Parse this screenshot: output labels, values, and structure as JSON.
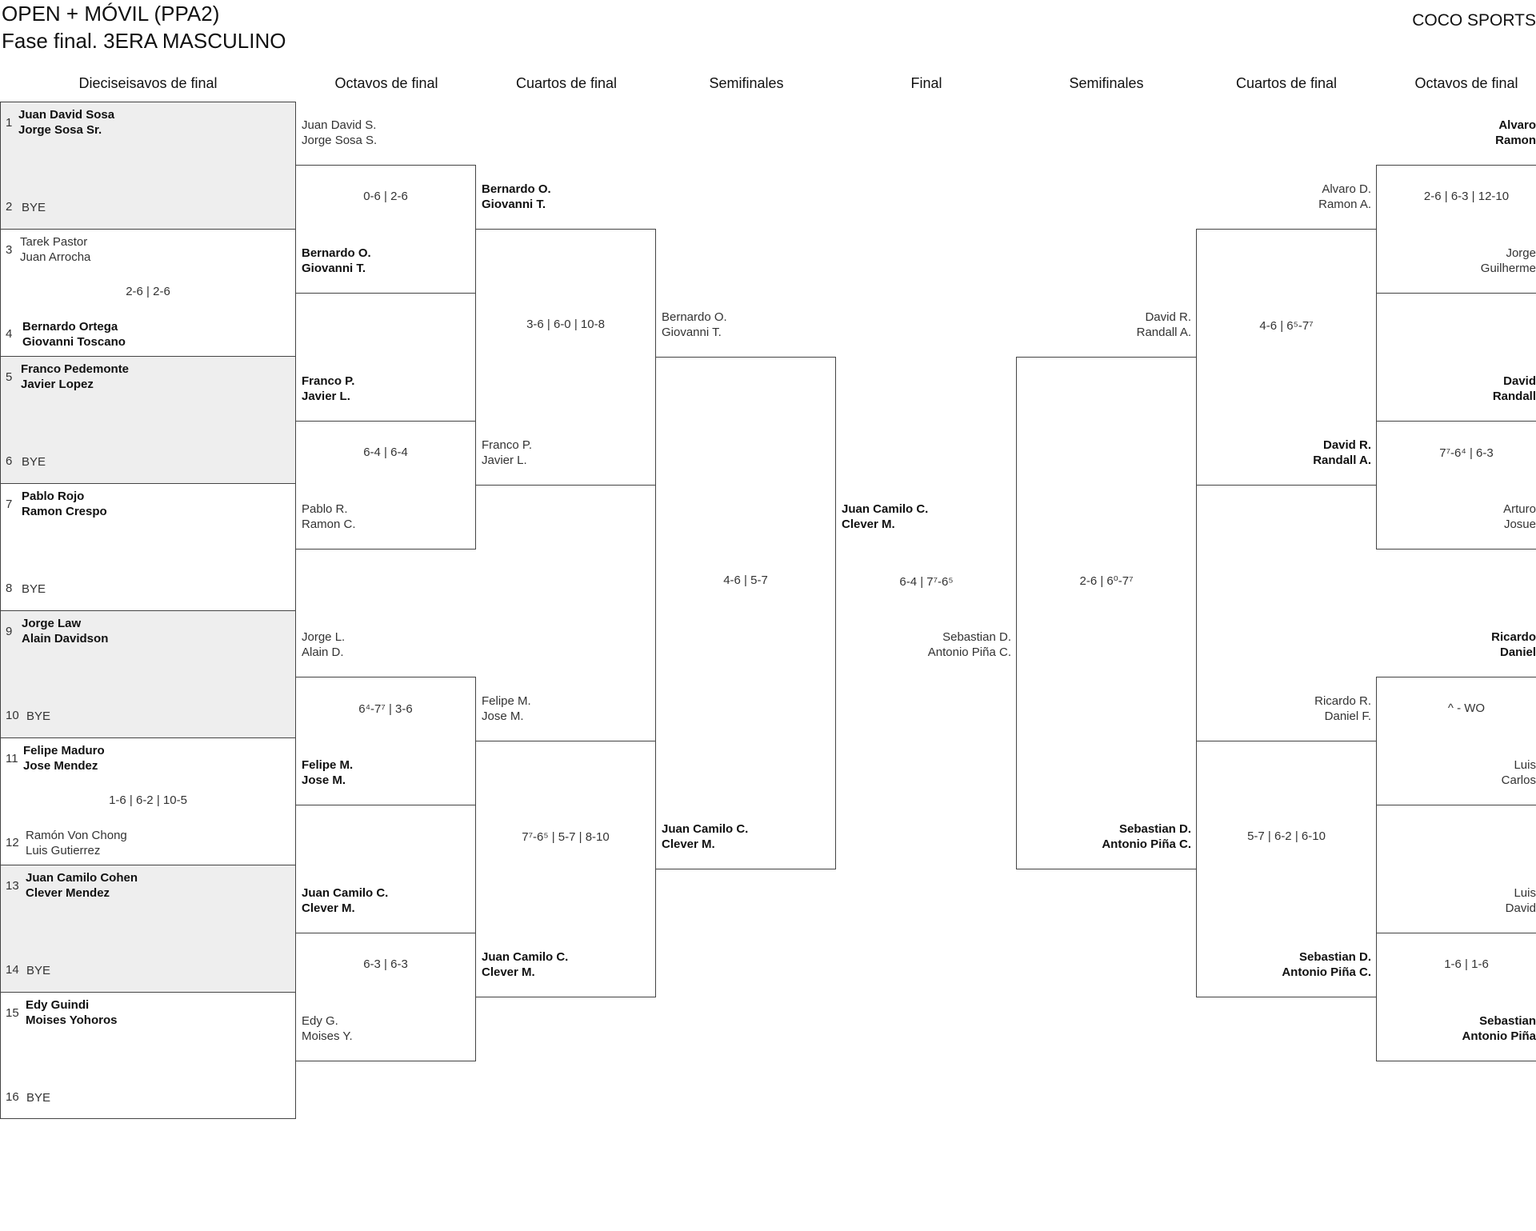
{
  "header": {
    "title_line1": "OPEN + MÓVIL (PPA2)",
    "title_line2": "Fase final. 3ERA MASCULINO",
    "brand": "COCO SPORTS"
  },
  "columns": [
    "Dieciseisavos de final",
    "Octavos de final",
    "Cuartos de final",
    "Semifinales",
    "Final",
    "Semifinales",
    "Cuartos de final",
    "Octavos de final"
  ],
  "r32": [
    {
      "seed": "1",
      "p1": "Juan David Sosa",
      "p2": "Jorge Sosa Sr.",
      "winner": true
    },
    {
      "seed": "2",
      "p1": "BYE",
      "p2": ""
    },
    {
      "seed": "3",
      "p1": "Tarek Pastor",
      "p2": "Juan Arrocha"
    },
    {
      "seed": "4",
      "p1": "Bernardo Ortega",
      "p2": "Giovanni Toscano",
      "winner": true
    },
    {
      "seed": "5",
      "p1": "Franco Pedemonte",
      "p2": "Javier Lopez",
      "winner": true
    },
    {
      "seed": "6",
      "p1": "BYE",
      "p2": ""
    },
    {
      "seed": "7",
      "p1": "Pablo Rojo",
      "p2": "Ramon Crespo",
      "winner": true
    },
    {
      "seed": "8",
      "p1": "BYE",
      "p2": ""
    },
    {
      "seed": "9",
      "p1": "Jorge Law",
      "p2": "Alain Davidson",
      "winner": true
    },
    {
      "seed": "10",
      "p1": "BYE",
      "p2": ""
    },
    {
      "seed": "11",
      "p1": "Felipe Maduro",
      "p2": "Jose Mendez",
      "winner": true
    },
    {
      "seed": "12",
      "p1": "Ramón Von Chong",
      "p2": "Luis Gutierrez"
    },
    {
      "seed": "13",
      "p1": "Juan Camilo Cohen",
      "p2": "Clever Mendez",
      "winner": true
    },
    {
      "seed": "14",
      "p1": "BYE",
      "p2": ""
    },
    {
      "seed": "15",
      "p1": "Edy Guindi",
      "p2": "Moises Yohoros",
      "winner": true
    },
    {
      "seed": "16",
      "p1": "BYE",
      "p2": ""
    }
  ],
  "r32_scores": [
    "",
    "2-6 | 2-6",
    "",
    "",
    "",
    "1-6 | 6-2 | 10-5",
    "",
    ""
  ],
  "left_r16": [
    {
      "p1": "Juan David S.",
      "p2": "Jorge Sosa S."
    },
    {
      "p1": "Bernardo O.",
      "p2": "Giovanni T.",
      "winner": true
    },
    {
      "p1": "Franco P.",
      "p2": "Javier L.",
      "winner": true
    },
    {
      "p1": "Pablo R.",
      "p2": "Ramon C."
    },
    {
      "p1": "Jorge L.",
      "p2": "Alain D."
    },
    {
      "p1": "Felipe M.",
      "p2": "Jose M.",
      "winner": true
    },
    {
      "p1": "Juan Camilo C.",
      "p2": "Clever M.",
      "winner": true
    },
    {
      "p1": "Edy G.",
      "p2": "Moises Y."
    }
  ],
  "left_r16_scores": [
    "0-6 | 2-6",
    "6-4 | 6-4",
    "6⁴-7⁷ | 3-6",
    "6-3 | 6-3"
  ],
  "left_qf": [
    {
      "p1": "Bernardo O.",
      "p2": "Giovanni T.",
      "winner": true
    },
    {
      "p1": "Franco P.",
      "p2": "Javier L."
    },
    {
      "p1": "Felipe M.",
      "p2": "Jose M."
    },
    {
      "p1": "Juan Camilo C.",
      "p2": "Clever M.",
      "winner": true
    }
  ],
  "left_qf_scores": [
    "3-6 | 6-0 | 10-8",
    "7⁷-6⁵ | 5-7 | 8-10"
  ],
  "left_sf": [
    {
      "p1": "Bernardo O.",
      "p2": "Giovanni T."
    },
    {
      "p1": "Juan Camilo C.",
      "p2": "Clever M.",
      "winner": true
    }
  ],
  "left_sf_score": "4-6 | 5-7",
  "final": {
    "top": {
      "p1": "Juan Camilo C.",
      "p2": "Clever M."
    },
    "bottom": {
      "p1": "Sebastian D.",
      "p2": "Antonio Piña C."
    },
    "score": "6-4 | 7⁷-6⁵"
  },
  "right_sf": [
    {
      "p1": "David R.",
      "p2": "Randall A."
    },
    {
      "p1": "Sebastian D.",
      "p2": "Antonio Piña C.",
      "winner": true
    }
  ],
  "right_sf_score": "2-6 | 6⁰-7⁷",
  "right_qf": [
    {
      "p1": "Alvaro D.",
      "p2": "Ramon A."
    },
    {
      "p1": "David R.",
      "p2": "Randall A.",
      "winner": true
    },
    {
      "p1": "Ricardo R.",
      "p2": "Daniel F."
    },
    {
      "p1": "Sebastian D.",
      "p2": "Antonio Piña C.",
      "winner": true
    }
  ],
  "right_qf_scores": [
    "4-6 | 6⁵-7⁷",
    "5-7 | 6-2 | 6-10"
  ],
  "right_r16": [
    {
      "p1": "Alvaro",
      "p2": "Ramon",
      "winner": true
    },
    {
      "p1": "Jorge",
      "p2": "Guilherme"
    },
    {
      "p1": "David",
      "p2": "Randall",
      "winner": true
    },
    {
      "p1": "Arturo",
      "p2": "Josue"
    },
    {
      "p1": "Ricardo",
      "p2": "Daniel",
      "winner": true
    },
    {
      "p1": "Luis",
      "p2": "Carlos"
    },
    {
      "p1": "Luis",
      "p2": "David"
    },
    {
      "p1": "Sebastian",
      "p2": "Antonio Piña",
      "winner": true
    }
  ],
  "right_r16_scores": [
    "2-6 | 6-3 | 12-10",
    "7⁷-6⁴ | 6-3",
    "^ - WO",
    "1-6 | 1-6"
  ]
}
